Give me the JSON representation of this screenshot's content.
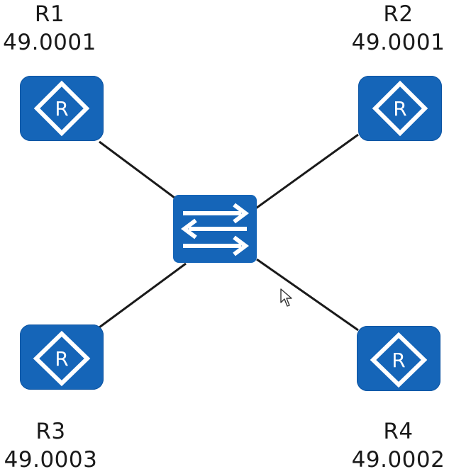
{
  "routers": [
    {
      "name": "R1",
      "area": "49.0001",
      "icon": "router-icon",
      "glyph": "R"
    },
    {
      "name": "R2",
      "area": "49.0001",
      "icon": "router-icon",
      "glyph": "R"
    },
    {
      "name": "R3",
      "area": "49.0003",
      "icon": "router-icon",
      "glyph": "R"
    },
    {
      "name": "R4",
      "area": "49.0002",
      "icon": "router-icon",
      "glyph": "R"
    }
  ],
  "switch": {
    "icon": "switch-icon"
  },
  "colors": {
    "device_fill": "#1565b8",
    "device_glyph": "#ffffff",
    "link": "#1a1a1a",
    "text": "#1a1a1a"
  }
}
